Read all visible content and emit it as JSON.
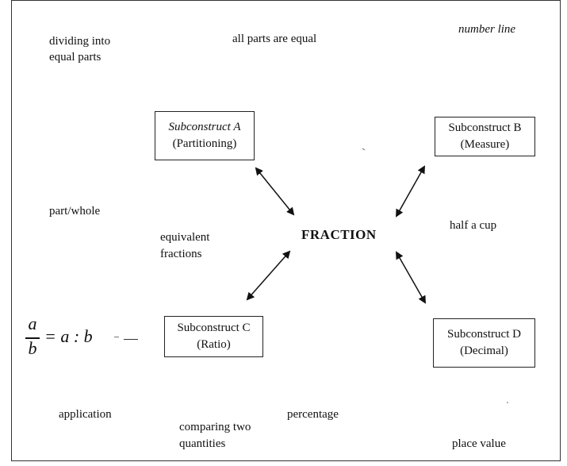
{
  "center": "FRACTION",
  "boxes": {
    "a": {
      "title": "Subconstruct A",
      "subtitle": "(Partitioning)"
    },
    "b": {
      "title": "Subconstruct B",
      "subtitle": "(Measure)"
    },
    "c": {
      "title": "Subconstruct C",
      "subtitle": "(Ratio)"
    },
    "d": {
      "title": "Subconstruct D",
      "subtitle": "(Decimal)"
    }
  },
  "labels": {
    "dividing_line1": "dividing into",
    "dividing_line2": "equal parts",
    "all_parts": "all parts are equal",
    "number_line": "number line",
    "part_whole": "part/whole",
    "equivalent_line1": "equivalent",
    "equivalent_line2": "fractions",
    "half_cup": "half a cup",
    "application": "application",
    "comparing_line1": "comparing two",
    "comparing_line2": "quantities",
    "percentage": "percentage",
    "place_value": "place value"
  },
  "formula": {
    "numerator": "a",
    "denominator": "b",
    "rhs": "= a : b"
  }
}
